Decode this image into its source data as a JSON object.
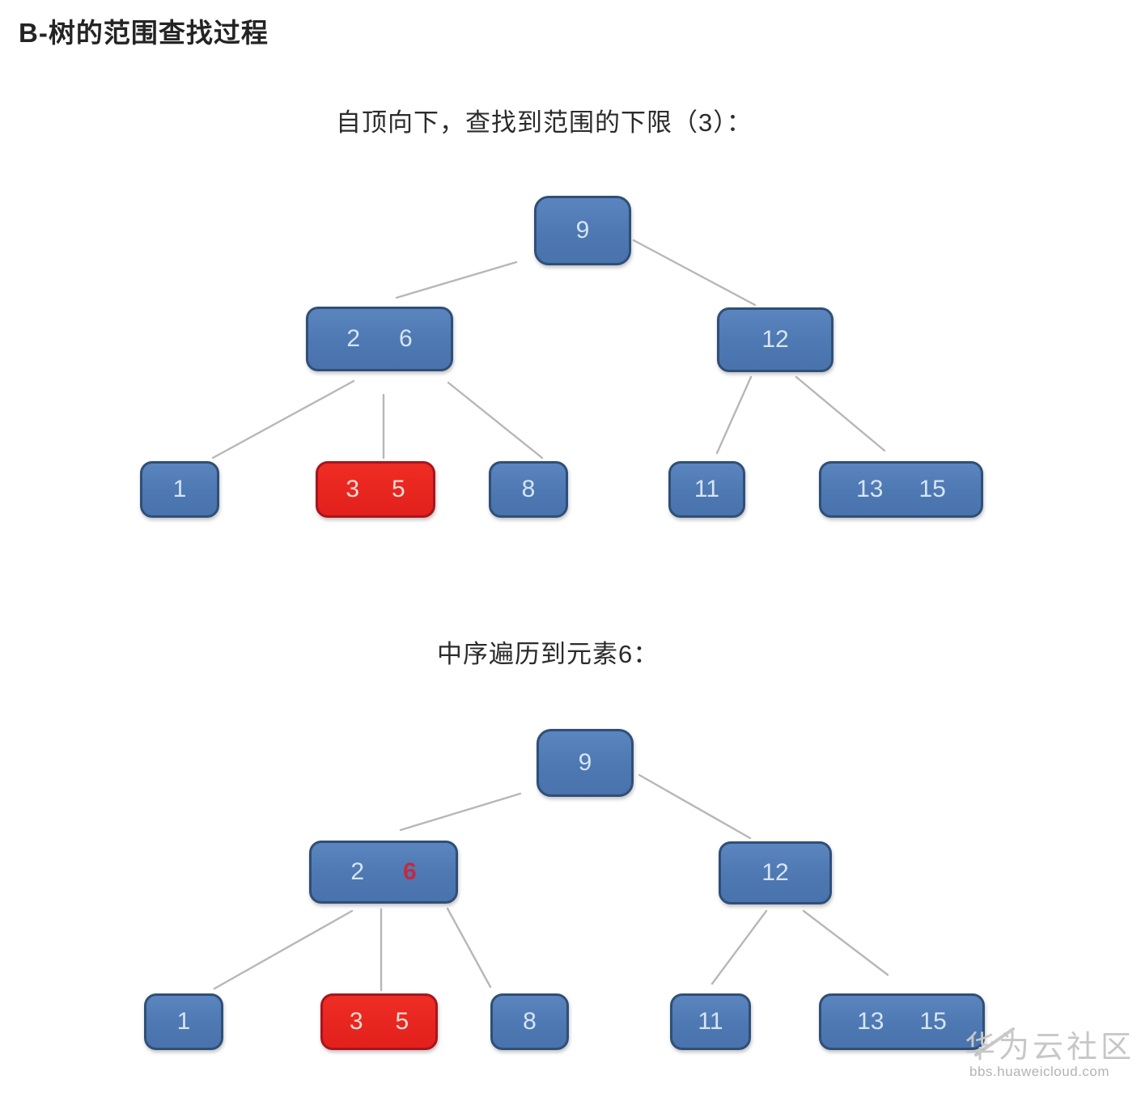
{
  "page": {
    "title": "B-树的范围查找过程"
  },
  "colors": {
    "node_blue_fill": "#4d78b2",
    "node_blue_border": "#2f4f78",
    "node_red_fill": "#e8251f",
    "node_red_border": "#a8151d",
    "node_text": "#d7e4f3",
    "highlight_key_text": "#c22a40",
    "edge": "#b7b7b7",
    "title_text": "#242424",
    "caption_text": "#2b2b2b",
    "watermark_text": "#c7c7c7"
  },
  "figure1": {
    "caption": "自顶向下，查找到范围的下限（3）：",
    "nodes": {
      "root": {
        "keys": [
          "9"
        ]
      },
      "left": {
        "keys": [
          "2",
          "6"
        ]
      },
      "right": {
        "keys": [
          "12"
        ]
      },
      "leaf1": {
        "keys": [
          "1"
        ]
      },
      "leaf2": {
        "keys": [
          "3",
          "5"
        ],
        "highlight": "red-node"
      },
      "leaf3": {
        "keys": [
          "8"
        ]
      },
      "leaf4": {
        "keys": [
          "11"
        ]
      },
      "leaf5": {
        "keys": [
          "13",
          "15"
        ]
      }
    }
  },
  "figure2": {
    "caption": "中序遍历到元素6：",
    "nodes": {
      "root": {
        "keys": [
          "9"
        ]
      },
      "left": {
        "keys": [
          "2",
          "6"
        ],
        "highlight_key": "6"
      },
      "right": {
        "keys": [
          "12"
        ]
      },
      "leaf1": {
        "keys": [
          "1"
        ]
      },
      "leaf2": {
        "keys": [
          "3",
          "5"
        ],
        "highlight": "red-node"
      },
      "leaf3": {
        "keys": [
          "8"
        ]
      },
      "leaf4": {
        "keys": [
          "11"
        ]
      },
      "leaf5": {
        "keys": [
          "13",
          "15"
        ]
      }
    }
  },
  "watermark": {
    "text": "华为云社区",
    "url": "bbs.huaweicloud.com"
  }
}
